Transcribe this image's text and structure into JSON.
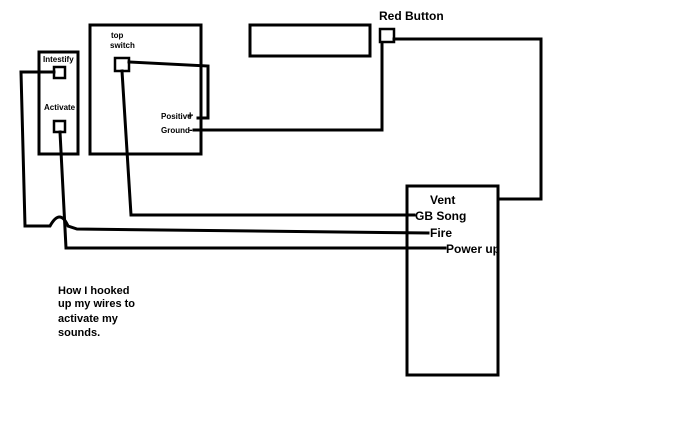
{
  "diagram": {
    "left_panel": {
      "intensify_label": "Intestify",
      "activate_label": "Activate"
    },
    "switch_panel": {
      "title_line1": "top",
      "title_line2": "switch",
      "positive_label": "Positive",
      "positive_sign": "+",
      "ground_label": "Ground",
      "ground_sign": "-"
    },
    "red_button": {
      "label": "Red Button"
    },
    "vent": {
      "title": "Vent",
      "inputs": [
        "GB Song",
        "Fire",
        "Power up"
      ]
    },
    "note": {
      "lines": [
        "How I hooked",
        "up my wires to",
        "activate my",
        "sounds."
      ]
    },
    "colors": {
      "stroke": "#000000",
      "background": "#ffffff"
    }
  }
}
